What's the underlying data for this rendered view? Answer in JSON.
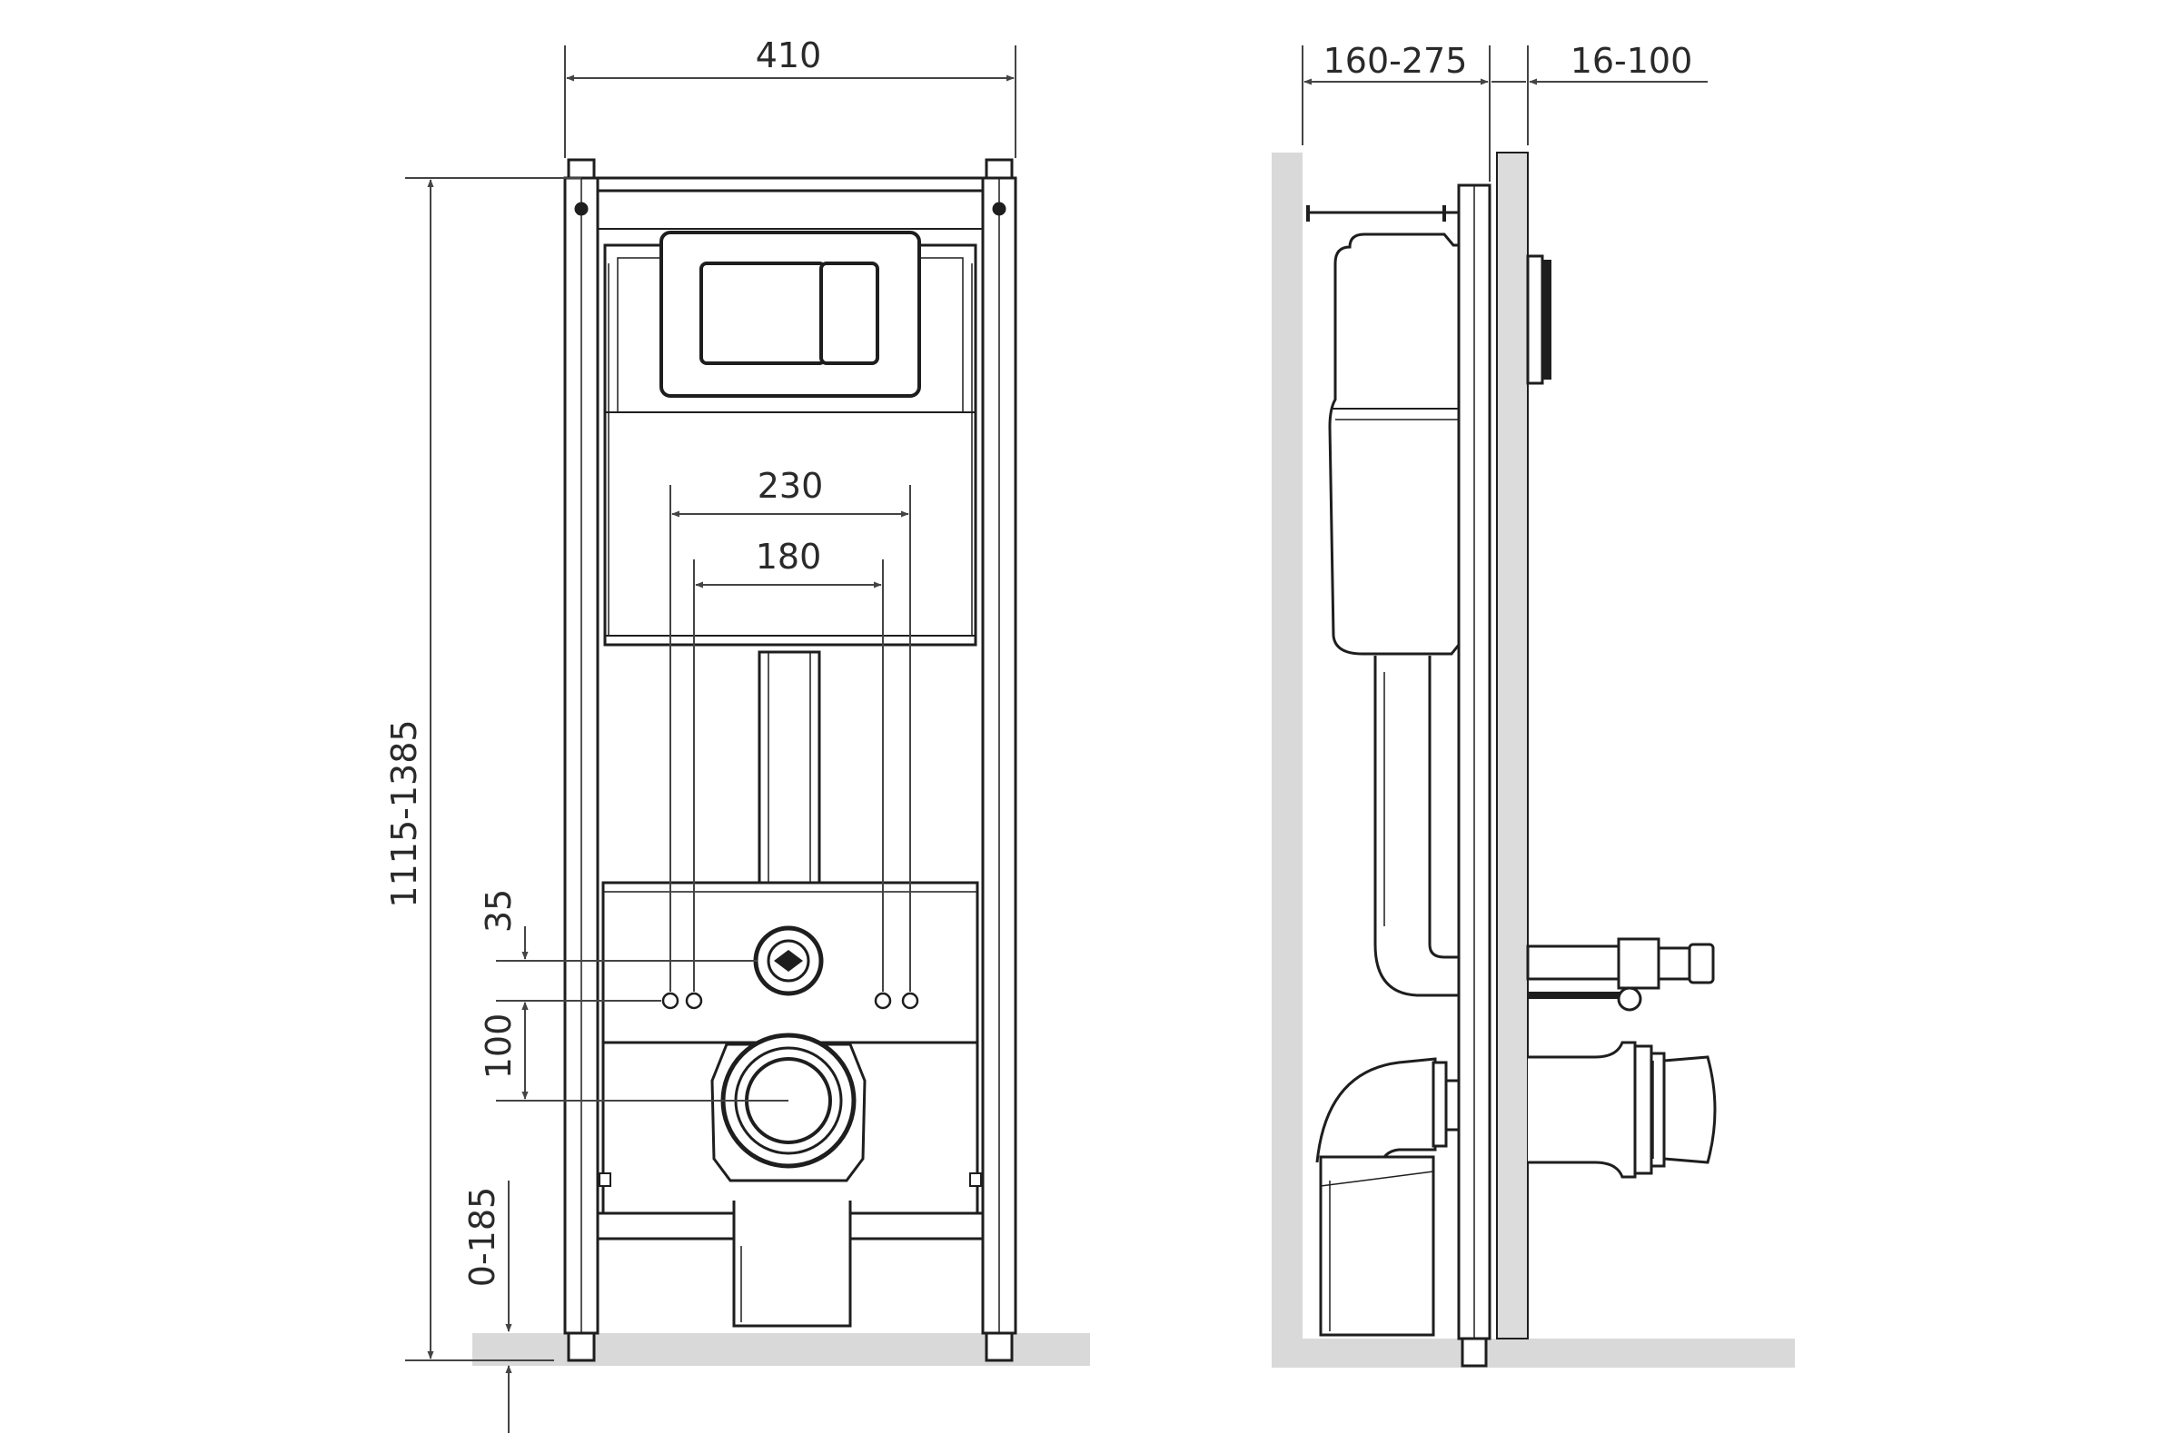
{
  "dimensions": {
    "frame_width": "410",
    "frame_height_range": "1115-1385",
    "stud_spacing_outer": "230",
    "stud_spacing_inner": "180",
    "drain_above_studs": "35",
    "studs_above_outlet": "100",
    "floor_adjust": "0-185",
    "wall_gap": "160-275",
    "wall_thickness": "16-100"
  },
  "colors": {
    "line": "#1e1e1e",
    "dimension_line": "#444444",
    "floor": "#d9d9d9",
    "wall": "#dcdcdc",
    "background": "#ffffff"
  }
}
